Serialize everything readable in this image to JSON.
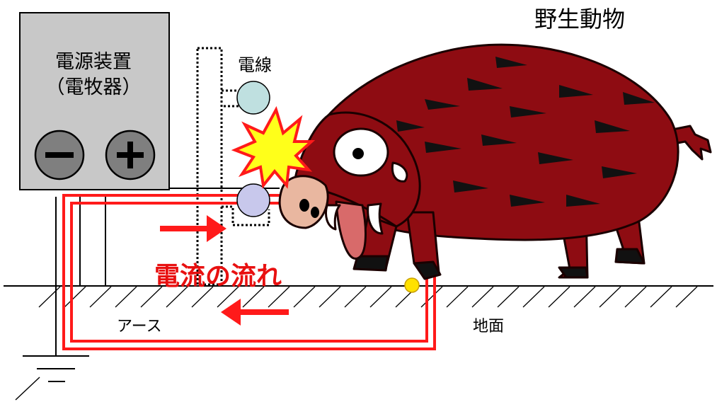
{
  "title": "野生動物",
  "device": {
    "line1": "電源装置",
    "line2": "（電牧器）",
    "minus": "−",
    "plus": "+"
  },
  "wire_label": "電線",
  "flow_label": "電流の流れ",
  "earth_label": "アース",
  "ground_label": "地面",
  "colors": {
    "current": "#ff1a1a",
    "boar_body": "#8e0c12",
    "boar_outline": "#1a0000",
    "upper_insulator": "#bfe0e0",
    "lower_insulator": "#c8c8ec",
    "spark": "#ffff1a",
    "device_box": "#c8c8c8",
    "terminal": "#7f7f7f",
    "contact_point": "#ffe100"
  },
  "icons": [
    "minus-terminal-icon",
    "plus-terminal-icon",
    "spark-icon",
    "arrow-right-icon",
    "arrow-left-icon",
    "ground-symbol-icon",
    "boar-illustration"
  ]
}
